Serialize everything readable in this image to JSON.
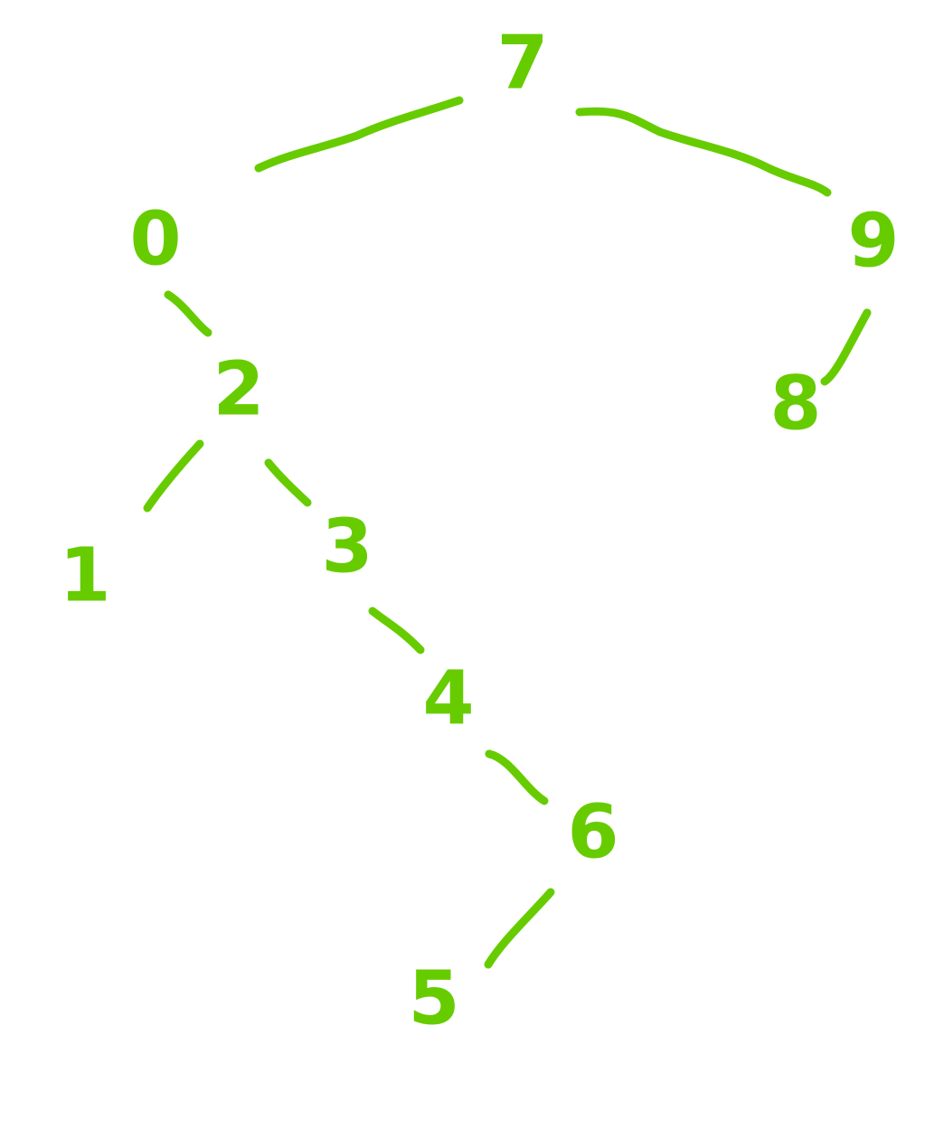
{
  "diagram": {
    "type": "binary-tree",
    "stroke_color": "#66cc00",
    "nodes": [
      {
        "id": "n7",
        "label": "7"
      },
      {
        "id": "n0",
        "label": "0"
      },
      {
        "id": "n9",
        "label": "9"
      },
      {
        "id": "n2",
        "label": "2"
      },
      {
        "id": "n8",
        "label": "8"
      },
      {
        "id": "n1",
        "label": "1"
      },
      {
        "id": "n3",
        "label": "3"
      },
      {
        "id": "n4",
        "label": "4"
      },
      {
        "id": "n6",
        "label": "6"
      },
      {
        "id": "n5",
        "label": "5"
      }
    ],
    "edges": [
      {
        "from": "n7",
        "to": "n0"
      },
      {
        "from": "n7",
        "to": "n9"
      },
      {
        "from": "n0",
        "to": "n2"
      },
      {
        "from": "n9",
        "to": "n8"
      },
      {
        "from": "n2",
        "to": "n1"
      },
      {
        "from": "n2",
        "to": "n3"
      },
      {
        "from": "n3",
        "to": "n4"
      },
      {
        "from": "n4",
        "to": "n6"
      },
      {
        "from": "n6",
        "to": "n5"
      }
    ]
  }
}
